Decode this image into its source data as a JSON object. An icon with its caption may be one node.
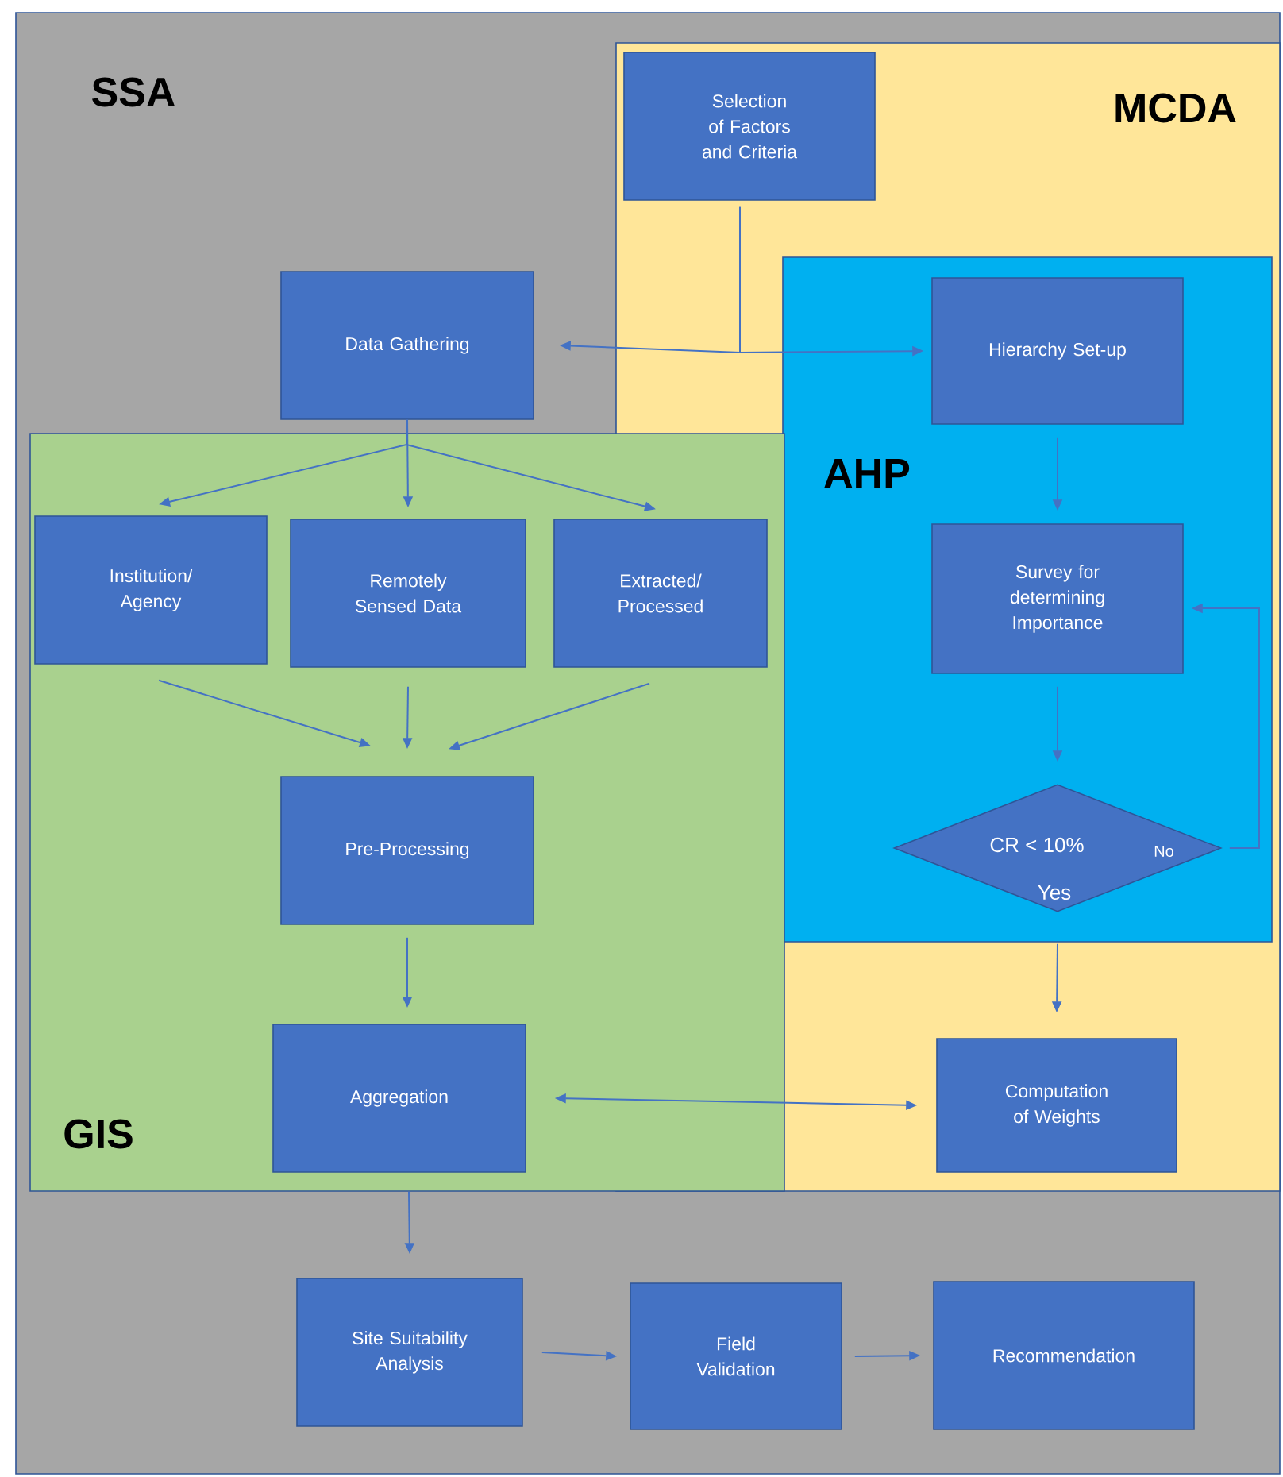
{
  "diagram": {
    "nodes": [
      {
        "text": [
          "SSA"
        ]
      },
      {
        "text": [
          "MCDA"
        ],
        "in": 0
      },
      {
        "text": [
          "AHP"
        ],
        "in": 1
      },
      {
        "text": [
          "GIS"
        ],
        "in": 0
      },
      {
        "text": [
          "Selection of Factors and Criteria"
        ],
        "in": 1
      },
      {
        "text": [
          "Data Gathering"
        ],
        "in": 0
      },
      {
        "text": [
          "Hierarchy Set-up"
        ],
        "in": 2
      },
      {
        "text": [
          "Institution/ Agency"
        ],
        "in": 3
      },
      {
        "text": [
          "Remotely Sensed Data"
        ],
        "in": 3
      },
      {
        "text": [
          "Extracted/ Processed"
        ],
        "in": 3
      },
      {
        "text": [
          "Survey for determining Importance"
        ],
        "in": 2
      },
      {
        "text": [
          "CR < 10%",
          "No",
          "Yes"
        ],
        "in": 2
      },
      {
        "text": [
          "Pre-Processing"
        ],
        "in": 3
      },
      {
        "text": [
          "Aggregation"
        ],
        "in": 3
      },
      {
        "text": [
          "Computation of Weights"
        ],
        "in": 1
      },
      {
        "text": [
          "Site Suitability Analysis"
        ],
        "in": 0
      },
      {
        "text": [
          "Field Validation"
        ],
        "in": 0
      },
      {
        "text": [
          "Recommendation"
        ],
        "in": 0
      }
    ],
    "edges": [
      {
        "from": 4,
        "to": 6,
        "arrow": "to"
      },
      {
        "from": 4,
        "to": 5,
        "arrow": "to"
      },
      {
        "from": 5,
        "to": 7,
        "arrow": "to"
      },
      {
        "from": 5,
        "to": 8,
        "arrow": "to"
      },
      {
        "from": 5,
        "to": 9,
        "arrow": "to"
      },
      {
        "from": 7,
        "to": 12,
        "arrow": "to"
      },
      {
        "from": 8,
        "to": 12,
        "arrow": "to"
      },
      {
        "from": 9,
        "to": 12,
        "arrow": "to"
      },
      {
        "from": 12,
        "to": 13,
        "arrow": "to"
      },
      {
        "from": 13,
        "to": 14,
        "arrow": "both"
      },
      {
        "from": 6,
        "to": 10,
        "arrow": "to"
      },
      {
        "from": 10,
        "to": 11,
        "arrow": "to"
      },
      {
        "from": 11,
        "to": 10,
        "arrow": "to"
      },
      {
        "from": 11,
        "to": 14,
        "arrow": "to"
      },
      {
        "from": 13,
        "to": 15,
        "arrow": "to"
      },
      {
        "from": 15,
        "to": 16,
        "arrow": "to"
      },
      {
        "from": 16,
        "to": 17,
        "arrow": "to"
      }
    ]
  }
}
